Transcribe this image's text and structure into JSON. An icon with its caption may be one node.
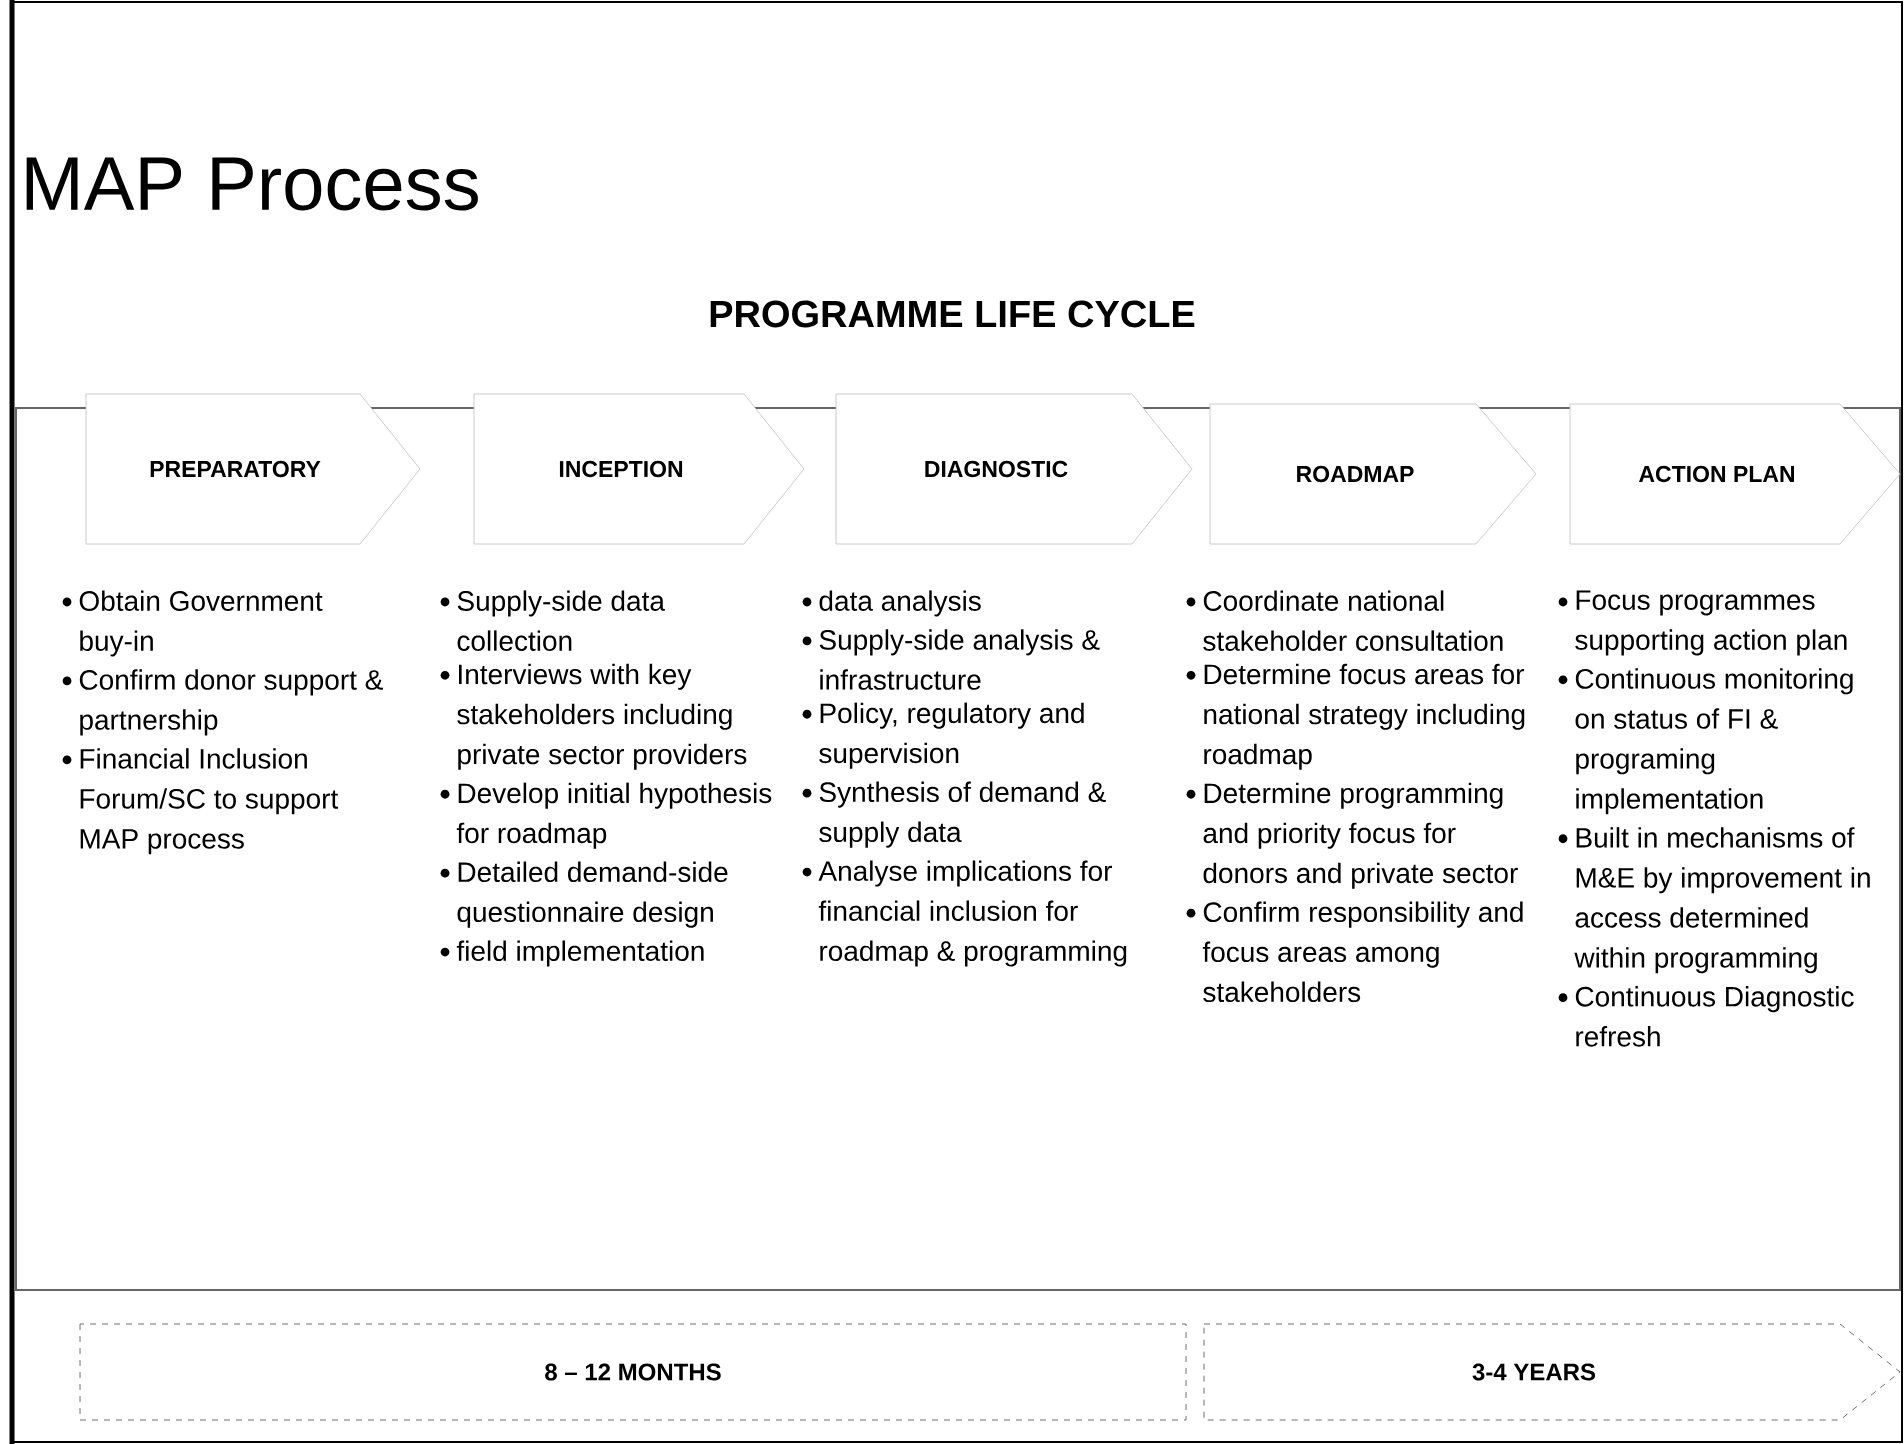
{
  "diagram": {
    "title": "MAP Process",
    "nodes": [
      {
        "text": [
          "PREPARATORY"
        ],
        "beside": [
          "Obtain Government buy-in",
          "Confirm donor support & partnership",
          "Financial Inclusion Forum/SC to support MAP process"
        ]
      },
      {
        "text": [
          "INCEPTION"
        ],
        "beside": [
          "Supply-side data collection",
          "Interviews with key stakeholders including private sector providers",
          "Develop initial hypothesis for roadmap",
          "Detailed demand-side questionnaire design",
          "field implementation"
        ]
      },
      {
        "text": [
          "DIAGNOSTIC"
        ],
        "beside": [
          "data analysis",
          "Supply-side analysis & infrastructure",
          "Policy, regulatory and supervision",
          "Synthesis of demand & supply data",
          "Analyse implications for financial inclusion for roadmap & programming"
        ]
      },
      {
        "text": [
          "ROADMAP"
        ],
        "beside": [
          "Coordinate national stakeholder consultation",
          "Determine focus areas for national strategy including roadmap",
          "Determine programming and priority focus for donors and private sector",
          "Confirm responsibility and focus areas among stakeholders"
        ]
      },
      {
        "text": [
          "ACTION PLAN"
        ],
        "beside": [
          "Focus programmes supporting action plan",
          "Continuous monitoring on status of FI & programing implementation",
          "Built in mechanisms of M&E by improvement in access determined within programming",
          "Continuous Diagnostic refresh"
        ]
      },
      {
        "text": [
          "8 – 12 MONTHS"
        ]
      },
      {
        "text": [
          "3-4 YEARS"
        ]
      }
    ],
    "labels": [
      "PROGRAMME LIFE CYCLE"
    ]
  }
}
